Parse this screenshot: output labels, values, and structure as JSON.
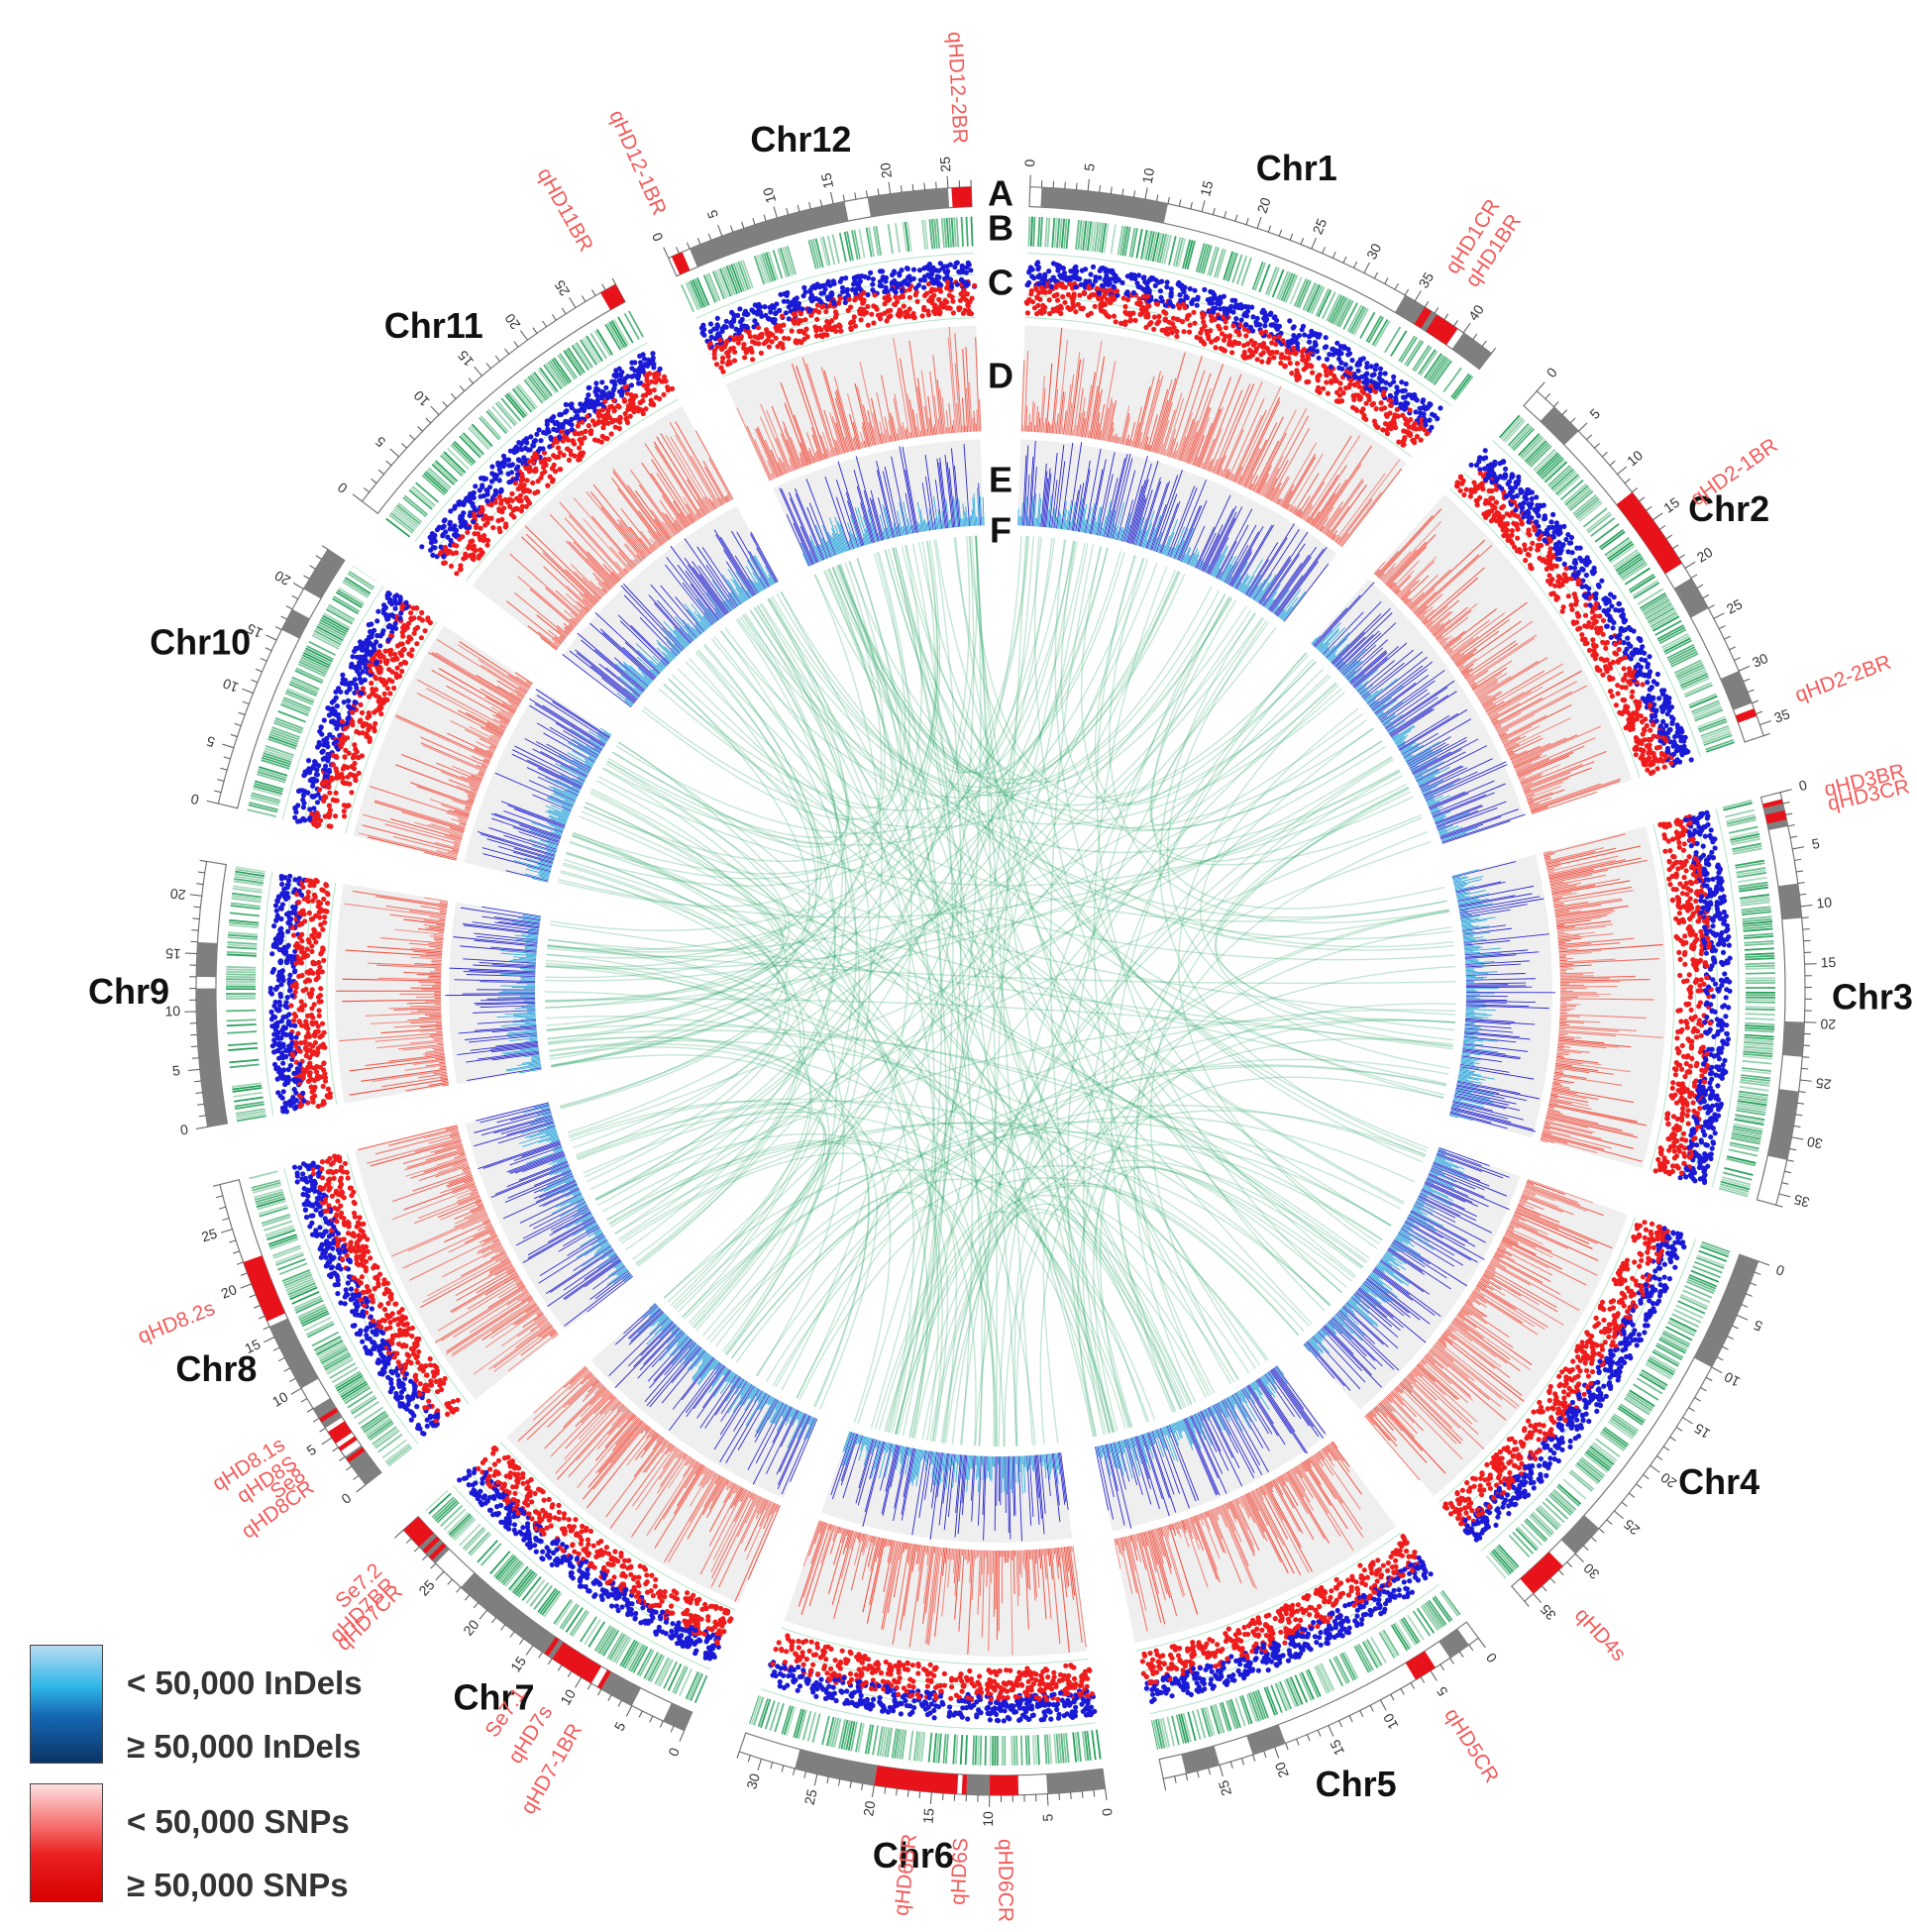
{
  "track_letters": [
    "A",
    "B",
    "C",
    "D",
    "E",
    "F"
  ],
  "chromosomes": [
    {
      "name": "Chr1",
      "length": 43,
      "ticks": [
        0,
        5,
        10,
        15,
        20,
        25,
        30,
        35,
        40
      ],
      "bands": [
        [
          1,
          12
        ],
        [
          34,
          38
        ],
        [
          40,
          43
        ]
      ]
    },
    {
      "name": "Chr2",
      "length": 36,
      "ticks": [
        0,
        5,
        10,
        15,
        20,
        25,
        30,
        35
      ],
      "bands": [
        [
          2,
          5
        ],
        [
          21,
          24
        ],
        [
          30,
          33
        ]
      ]
    },
    {
      "name": "Chr3",
      "length": 36,
      "ticks": [
        0,
        5,
        10,
        15,
        20,
        25,
        30,
        35
      ],
      "bands": [
        [
          1,
          3
        ],
        [
          8,
          11
        ],
        [
          20,
          23
        ],
        [
          26,
          32
        ]
      ]
    },
    {
      "name": "Chr4",
      "length": 36,
      "ticks": [
        0,
        5,
        10,
        15,
        20,
        25,
        30,
        35
      ],
      "bands": [
        [
          0,
          10
        ],
        [
          27,
          30
        ]
      ]
    },
    {
      "name": "Chr5",
      "length": 30,
      "ticks": [
        0,
        5,
        10,
        15,
        20,
        25
      ],
      "bands": [
        [
          1,
          3
        ],
        [
          19,
          22
        ],
        [
          25,
          28
        ]
      ]
    },
    {
      "name": "Chr6",
      "length": 32,
      "ticks": [
        0,
        5,
        10,
        15,
        20,
        25,
        30
      ],
      "bands": [
        [
          0,
          5
        ],
        [
          10,
          12
        ],
        [
          20,
          27
        ]
      ]
    },
    {
      "name": "Chr7",
      "length": 30,
      "ticks": [
        0,
        5,
        10,
        15,
        20,
        25
      ],
      "bands": [
        [
          0,
          2
        ],
        [
          5,
          8
        ],
        [
          13,
          23
        ],
        [
          26,
          28
        ]
      ]
    },
    {
      "name": "Chr8",
      "length": 29,
      "ticks": [
        0,
        5,
        10,
        15,
        20,
        25
      ],
      "bands": [
        [
          0,
          3
        ],
        [
          6,
          8
        ],
        [
          10,
          16
        ]
      ]
    },
    {
      "name": "Chr9",
      "length": 23,
      "ticks": [
        0,
        5,
        10,
        15,
        20
      ],
      "bands": [
        [
          0,
          12
        ],
        [
          13,
          16
        ]
      ]
    },
    {
      "name": "Chr10",
      "length": 24,
      "ticks": [
        0,
        5,
        10,
        15,
        20
      ],
      "bands": [
        [
          16,
          18
        ],
        [
          20,
          24
        ]
      ]
    },
    {
      "name": "Chr11",
      "length": 29,
      "ticks": [
        0,
        5,
        10,
        15,
        20,
        25
      ],
      "bands": []
    },
    {
      "name": "Chr12",
      "length": 27,
      "ticks": [
        0,
        5,
        10,
        15,
        20,
        25
      ],
      "bands": [
        [
          2,
          16
        ],
        [
          18,
          25
        ]
      ]
    }
  ],
  "qtls": [
    {
      "label": "qHD1CR",
      "chr": 0,
      "start": 36,
      "end": 36.7
    },
    {
      "label": "qHD1BR",
      "chr": 0,
      "start": 37.2,
      "end": 39.4
    },
    {
      "label": "qHD2-1BR",
      "chr": 1,
      "start": 12,
      "end": 19.5
    },
    {
      "label": "qHD2-2BR",
      "chr": 1,
      "start": 33.5,
      "end": 34.2
    },
    {
      "label": "qHD3BR",
      "chr": 2,
      "start": 0.6,
      "end": 1.0
    },
    {
      "label": "qHD3CR",
      "chr": 2,
      "start": 1.6,
      "end": 2.4
    },
    {
      "label": "qHD4s",
      "chr": 3,
      "start": 31.5,
      "end": 35
    },
    {
      "label": "qHD5CR",
      "chr": 4,
      "start": 4.5,
      "end": 6.5
    },
    {
      "label": "qHD6CR",
      "chr": 5,
      "start": 7.5,
      "end": 10
    },
    {
      "label": "qHD6S",
      "chr": 5,
      "start": 12,
      "end": 12.4
    },
    {
      "label": "qHD6BR",
      "chr": 5,
      "start": 12.8,
      "end": 20
    },
    {
      "label": "qHD7-1BR",
      "chr": 6,
      "start": 8,
      "end": 8.4
    },
    {
      "label": "qHD7s",
      "chr": 6,
      "start": 9,
      "end": 13
    },
    {
      "label": "Se7.1",
      "chr": 6,
      "start": 13.4,
      "end": 13.8
    },
    {
      "label": "qHD7CR",
      "chr": 6,
      "start": 26.4,
      "end": 26.8
    },
    {
      "label": "qHD7BR",
      "chr": 6,
      "start": 27.2,
      "end": 27.6
    },
    {
      "label": "Se7.2",
      "chr": 6,
      "start": 28.0,
      "end": 30
    },
    {
      "label": "qHD8CR",
      "chr": 7,
      "start": 2.4,
      "end": 2.8
    },
    {
      "label": "Se8",
      "chr": 7,
      "start": 3.6,
      "end": 4.0
    },
    {
      "label": "qHD8S",
      "chr": 7,
      "start": 4.4,
      "end": 5.6
    },
    {
      "label": "qHD8.1s",
      "chr": 7,
      "start": 6.6,
      "end": 7.0
    },
    {
      "label": "qHD8.2s",
      "chr": 7,
      "start": 16.5,
      "end": 22
    },
    {
      "label": "qHD11BR",
      "chr": 10,
      "start": 27.5,
      "end": 29
    },
    {
      "label": "qHD12-1BR",
      "chr": 11,
      "start": 0.3,
      "end": 1.3
    },
    {
      "label": "qHD12-2BR",
      "chr": 11,
      "start": 25.3,
      "end": 27
    }
  ],
  "legend": [
    {
      "low": "< 50,000 InDels",
      "high": "≥ 50,000 InDels"
    },
    {
      "low": "< 50,000 SNPs",
      "high": "≥ 50,000 SNPs"
    }
  ],
  "colors": {
    "band": "#7f7f7f",
    "qtl": "#e8121b",
    "qtl_text": "#f25a5a",
    "gene_density": "#1f9d55",
    "indel_dot": "#1a1ad6",
    "snp_dot": "#ee1c1c",
    "snp_hist": "#f24a3a",
    "indel_hist_dark": "#2a2ad0",
    "indel_hist_light": "#27a6de",
    "link": "#2aa568",
    "track_bg": "#efefef"
  }
}
